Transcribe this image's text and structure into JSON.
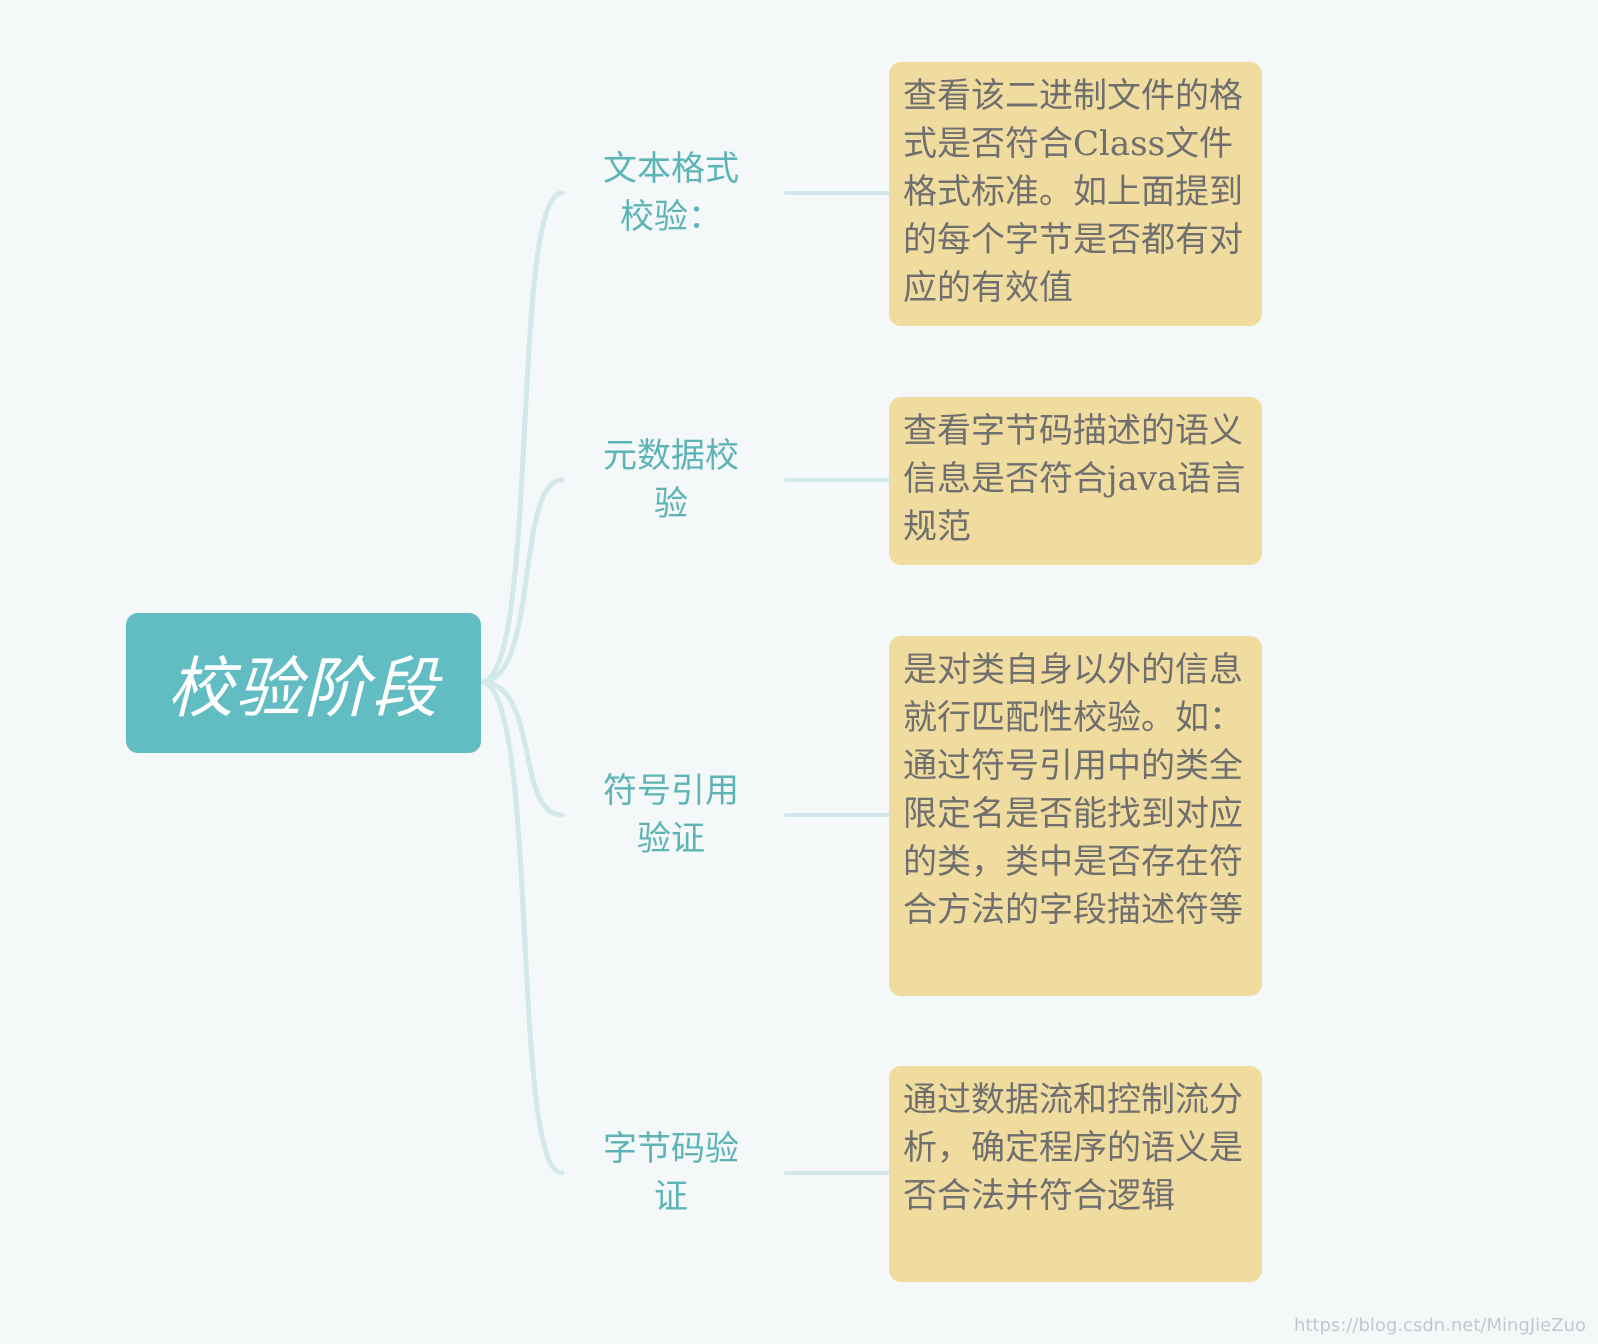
{
  "root": {
    "label": "校验阶段"
  },
  "branches": [
    {
      "label": "文本格式校验：",
      "note": "查看该二进制文件的格式是否符合Class文件格式标准。如上面提到的每个字节是否都有对应的有效值"
    },
    {
      "label": "元数据校验",
      "note": "查看字节码描述的语义信息是否符合java语言规范"
    },
    {
      "label": "符号引用验证",
      "note": "是对类自身以外的信息就行匹配性校验。如：通过符号引用中的类全限定名是否能找到对应的类，类中是否存在符合方法的字段描述符等"
    },
    {
      "label": "字节码验证",
      "note": "通过数据流和控制流分析，确定程序的语义是否合法并符合逻辑"
    }
  ],
  "watermark": "https://blog.csdn.net/MingJieZuo",
  "colors": {
    "background": "#f5f8f9",
    "root_fill": "#62bdc2",
    "branch_text": "#5cb4b7",
    "connector": "#d3e8ea",
    "note_fill": "#f0dc9e",
    "note_text": "#6f6f6f"
  }
}
